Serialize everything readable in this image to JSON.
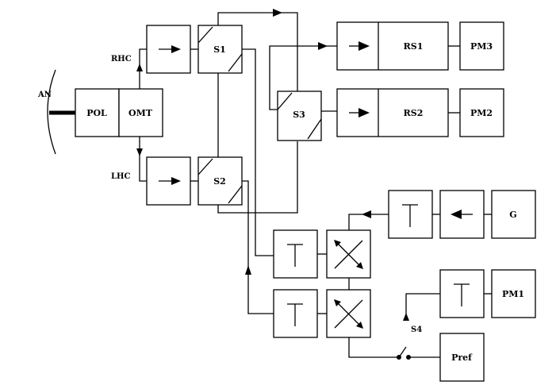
{
  "diagram": {
    "antenna_label": "AN",
    "polarizer_label": "POL",
    "omt_label": "OMT",
    "rhc_label": "RHC",
    "lhc_label": "LHC",
    "switch1_label": "S1",
    "switch2_label": "S2",
    "switch3_label": "S3",
    "switch4_label": "S4",
    "receiver1_label": "RS1",
    "receiver2_label": "RS2",
    "power_meter1_label": "PM1",
    "power_meter2_label": "PM2",
    "power_meter3_label": "PM3",
    "generator_label": "G",
    "reference_label": "Pref"
  }
}
